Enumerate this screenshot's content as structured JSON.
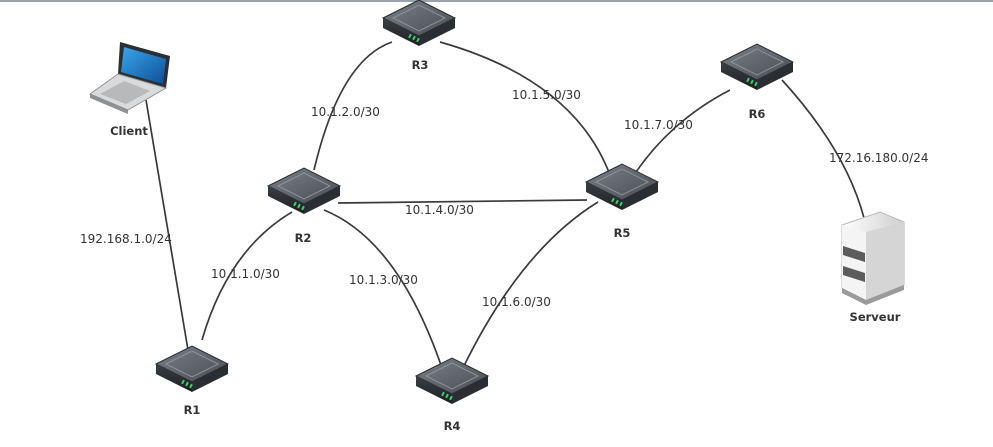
{
  "nodes": {
    "client": {
      "label": "Client",
      "type": "laptop"
    },
    "r1": {
      "label": "R1",
      "type": "router"
    },
    "r2": {
      "label": "R2",
      "type": "router"
    },
    "r3": {
      "label": "R3",
      "type": "router"
    },
    "r4": {
      "label": "R4",
      "type": "router"
    },
    "r5": {
      "label": "R5",
      "type": "router"
    },
    "r6": {
      "label": "R6",
      "type": "router"
    },
    "serveur": {
      "label": "Serveur",
      "type": "server"
    }
  },
  "links": {
    "client_r1": {
      "from": "Client",
      "to": "R1",
      "subnet": "192.168.1.0/24"
    },
    "r1_r2": {
      "from": "R1",
      "to": "R2",
      "subnet": "10.1.1.0/30"
    },
    "r2_r3": {
      "from": "R2",
      "to": "R3",
      "subnet": "10.1.2.0/30"
    },
    "r2_r4": {
      "from": "R2",
      "to": "R4",
      "subnet": "10.1.3.0/30"
    },
    "r2_r5": {
      "from": "R2",
      "to": "R5",
      "subnet": "10.1.4.0/30"
    },
    "r3_r5": {
      "from": "R3",
      "to": "R5",
      "subnet": "10.1.5.0/30"
    },
    "r4_r5": {
      "from": "R4",
      "to": "R5",
      "subnet": "10.1.6.0/30"
    },
    "r5_r6": {
      "from": "R5",
      "to": "R6",
      "subnet": "10.1.7.0/30"
    },
    "r6_serveur": {
      "from": "R6",
      "to": "Serveur",
      "subnet": "172.16.180.0/24"
    }
  },
  "colors": {
    "link": "#3a3a3a",
    "router_top": "#5c6166",
    "router_body": "#2f3337",
    "router_led": "#3bd16f",
    "server_body": "#e8e8e8",
    "server_shadow": "#9a9a9a",
    "laptop_screen": "#1f7fc8"
  }
}
